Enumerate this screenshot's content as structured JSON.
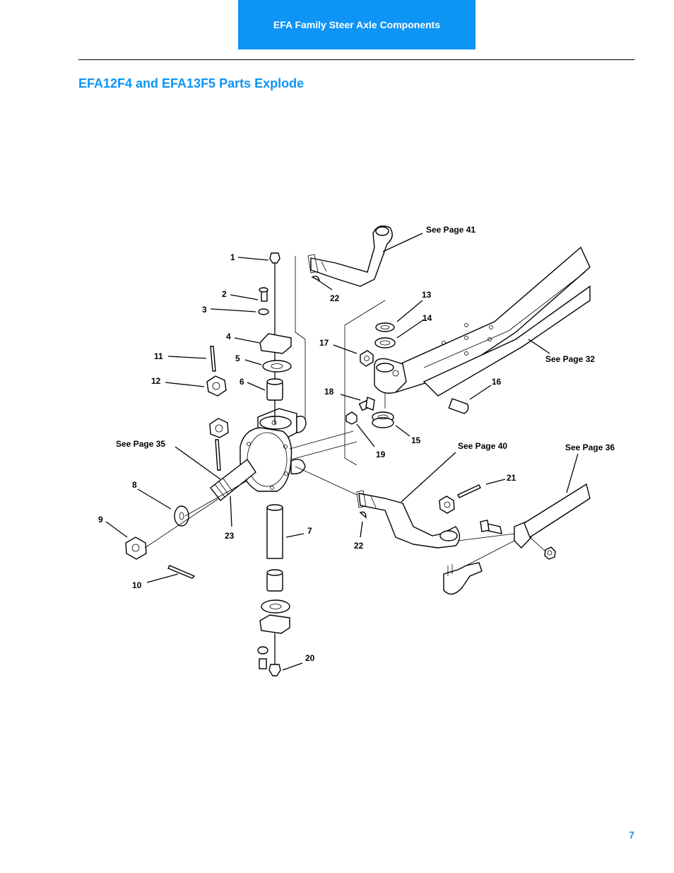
{
  "header": {
    "section_tab": "EFA Family Steer Axle Components"
  },
  "title": "EFA12F4 and EFA13F5 Parts Explode",
  "page_number": "7",
  "callouts": {
    "c1": "1",
    "c2": "2",
    "c3": "3",
    "c4": "4",
    "c5": "5",
    "c6": "6",
    "c7": "7",
    "c8": "8",
    "c9": "9",
    "c10": "10",
    "c11": "11",
    "c12": "12",
    "c13": "13",
    "c14": "14",
    "c15": "15",
    "c16": "16",
    "c17": "17",
    "c18": "18",
    "c19": "19",
    "c20": "20",
    "c21": "21",
    "c22a": "22",
    "c22b": "22",
    "c23": "23"
  },
  "references": {
    "p41": "See Page 41",
    "p32": "See Page 32",
    "p35": "See Page 35",
    "p40": "See Page 40",
    "p36": "See Page 36"
  }
}
